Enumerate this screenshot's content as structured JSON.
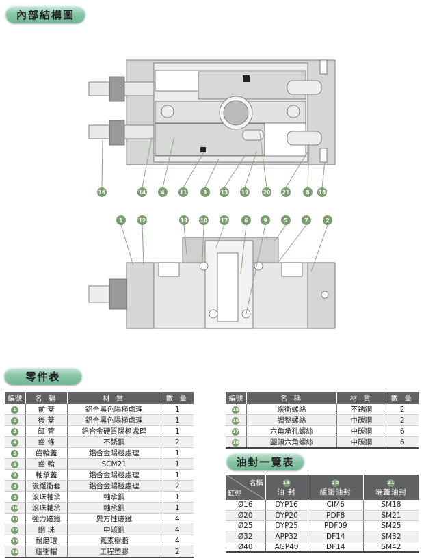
{
  "titles": {
    "structure": "內部結構圖",
    "parts": "零件表",
    "seals": "油封一覽表"
  },
  "top_callouts": [
    "16",
    "14",
    "4",
    "11",
    "3",
    "13",
    "19",
    "20",
    "21",
    "8",
    "15"
  ],
  "bottom_callouts": [
    "1",
    "12",
    "18",
    "10",
    "17",
    "6",
    "9",
    "5",
    "7",
    "2"
  ],
  "parts_table": {
    "headers": [
      "編號",
      "名 稱",
      "材 質",
      "數 量"
    ],
    "rows": [
      {
        "no": "1",
        "name": "前 蓋",
        "material": "鋁合黑色陽極處理",
        "qty": "1"
      },
      {
        "no": "2",
        "name": "後 蓋",
        "material": "鋁合黑色陽極處理",
        "qty": "1"
      },
      {
        "no": "3",
        "name": "缸 管",
        "material": "鋁合金硬質陽極處理",
        "qty": "1"
      },
      {
        "no": "4",
        "name": "齒 條",
        "material": "不銹鋼",
        "qty": "2"
      },
      {
        "no": "5",
        "name": "齒輪蓋",
        "material": "鋁合金陽極處理",
        "qty": "1"
      },
      {
        "no": "6",
        "name": "齒 輪",
        "material": "SCM21",
        "qty": "1"
      },
      {
        "no": "7",
        "name": "軸承蓋",
        "material": "鋁合金陽極處理",
        "qty": "1"
      },
      {
        "no": "8",
        "name": "後緩衝套",
        "material": "鋁合金陽極處理",
        "qty": "2"
      },
      {
        "no": "9",
        "name": "滾珠軸承",
        "material": "軸承鋼",
        "qty": "1"
      },
      {
        "no": "10",
        "name": "滾珠軸承",
        "material": "軸承鋼",
        "qty": "1"
      },
      {
        "no": "11",
        "name": "強力磁鐵",
        "material": "異方性磁鐵",
        "qty": "4"
      },
      {
        "no": "12",
        "name": "鋼 珠",
        "material": "中碳鋼",
        "qty": "4"
      },
      {
        "no": "13",
        "name": "耐磨環",
        "material": "氟素樹脂",
        "qty": "4"
      },
      {
        "no": "14",
        "name": "緩衝帽",
        "material": "工程塑膠",
        "qty": "2"
      }
    ]
  },
  "parts_table2": {
    "headers": [
      "編號",
      "名 稱",
      "材 質",
      "數 量"
    ],
    "rows": [
      {
        "no": "15",
        "name": "緩衝螺絲",
        "material": "不銹鋼",
        "qty": "2"
      },
      {
        "no": "16",
        "name": "調整螺絲",
        "material": "中碳鋼",
        "qty": "2"
      },
      {
        "no": "17",
        "name": "六角承孔螺絲",
        "material": "中碳鋼",
        "qty": "6"
      },
      {
        "no": "18",
        "name": "圓頭六角螺絲",
        "material": "中碳鋼",
        "qty": "6"
      }
    ]
  },
  "seal_table": {
    "corner_top": "名稱",
    "corner_bottom": "缸徑",
    "columns": [
      {
        "no": "19",
        "label": "油 封"
      },
      {
        "no": "20",
        "label": "緩衝油封"
      },
      {
        "no": "21",
        "label": "端蓋油封"
      }
    ],
    "rows": [
      [
        "Ø16",
        "DYP16",
        "CIM6",
        "SM18"
      ],
      [
        "Ø20",
        "DYP20",
        "PDF8",
        "SM21"
      ],
      [
        "Ø25",
        "DYP25",
        "PDF09",
        "SM25"
      ],
      [
        "Ø32",
        "APP32",
        "DF14",
        "SM32"
      ],
      [
        "Ø40",
        "AGP40",
        "DF14",
        "SM42"
      ]
    ]
  }
}
